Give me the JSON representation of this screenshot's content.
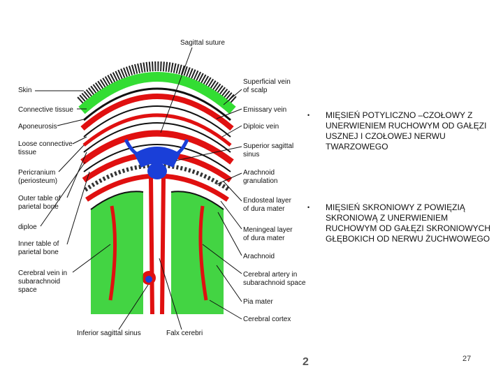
{
  "figure": {
    "labels_left": {
      "skin": "Skin",
      "connective_tissue": "Connective tissue",
      "aponeurosis": "Aponeurosis",
      "loose_connective_1": "Loose connective",
      "loose_connective_2": "tissue",
      "pericranium_1": "Pericranium",
      "pericranium_2": "(periosteum)",
      "outer_table_1": "Outer table of",
      "outer_table_2": "parietal bone",
      "diploe": "diploe",
      "inner_table_1": "Inner table of",
      "inner_table_2": "parietal bone",
      "cerebral_vein_1": "Cerebral vein in",
      "cerebral_vein_2": "subarachnoid",
      "cerebral_vein_3": "space"
    },
    "labels_top": {
      "sagittal_suture": "Sagittal suture"
    },
    "labels_right": {
      "superficial_vein_1": "Superficial vein",
      "superficial_vein_2": "of scalp",
      "emissary_vein": "Emissary vein",
      "diploic_vein": "Diploic vein",
      "superior_sinus_1": "Superior sagittal",
      "superior_sinus_2": "sinus",
      "arachnoid_gran_1": "Arachnoid",
      "arachnoid_gran_2": "granulation",
      "endosteal_1": "Endosteal layer",
      "endosteal_2": "of dura mater",
      "meningeal_1": "Meningeal layer",
      "meningeal_2": "of dura mater",
      "arachnoid": "Arachnoid",
      "cerebral_artery_1": "Cerebral artery in",
      "cerebral_artery_2": "subarachnoid space",
      "pia_mater": "Pia mater",
      "cerebral_cortex": "Cerebral cortex"
    },
    "labels_bottom": {
      "inferior_sinus": "Inferior sagittal sinus",
      "falx_cerebri": "Falx cerebri"
    },
    "colors": {
      "skin_green": "#33dd33",
      "artery_red": "#e01010",
      "vein_blue": "#1a3fd8",
      "cortex_green": "#22cc22",
      "dark_line": "#111111"
    }
  },
  "bullets": [
    "MIĘSIEŃ POTYLICZNO –CZOŁOWY Z UNERWIENIEM RUCHOWYM OD GAŁĘZI USZNEJ I CZOŁOWEJ NERWU TWARZOWEGO",
    "MIĘSIEŃ SKRONIOWY Z POWIĘZIĄ SKRONIOWĄ Z UNERWIENIEM RUCHOWYM OD GAŁĘZI SKRONIOWYCH GŁĘBOKICH OD NERWU ŻUCHWOWEGO"
  ],
  "bullet_marker": "•",
  "corner_glyph": "2",
  "page_number": "27"
}
